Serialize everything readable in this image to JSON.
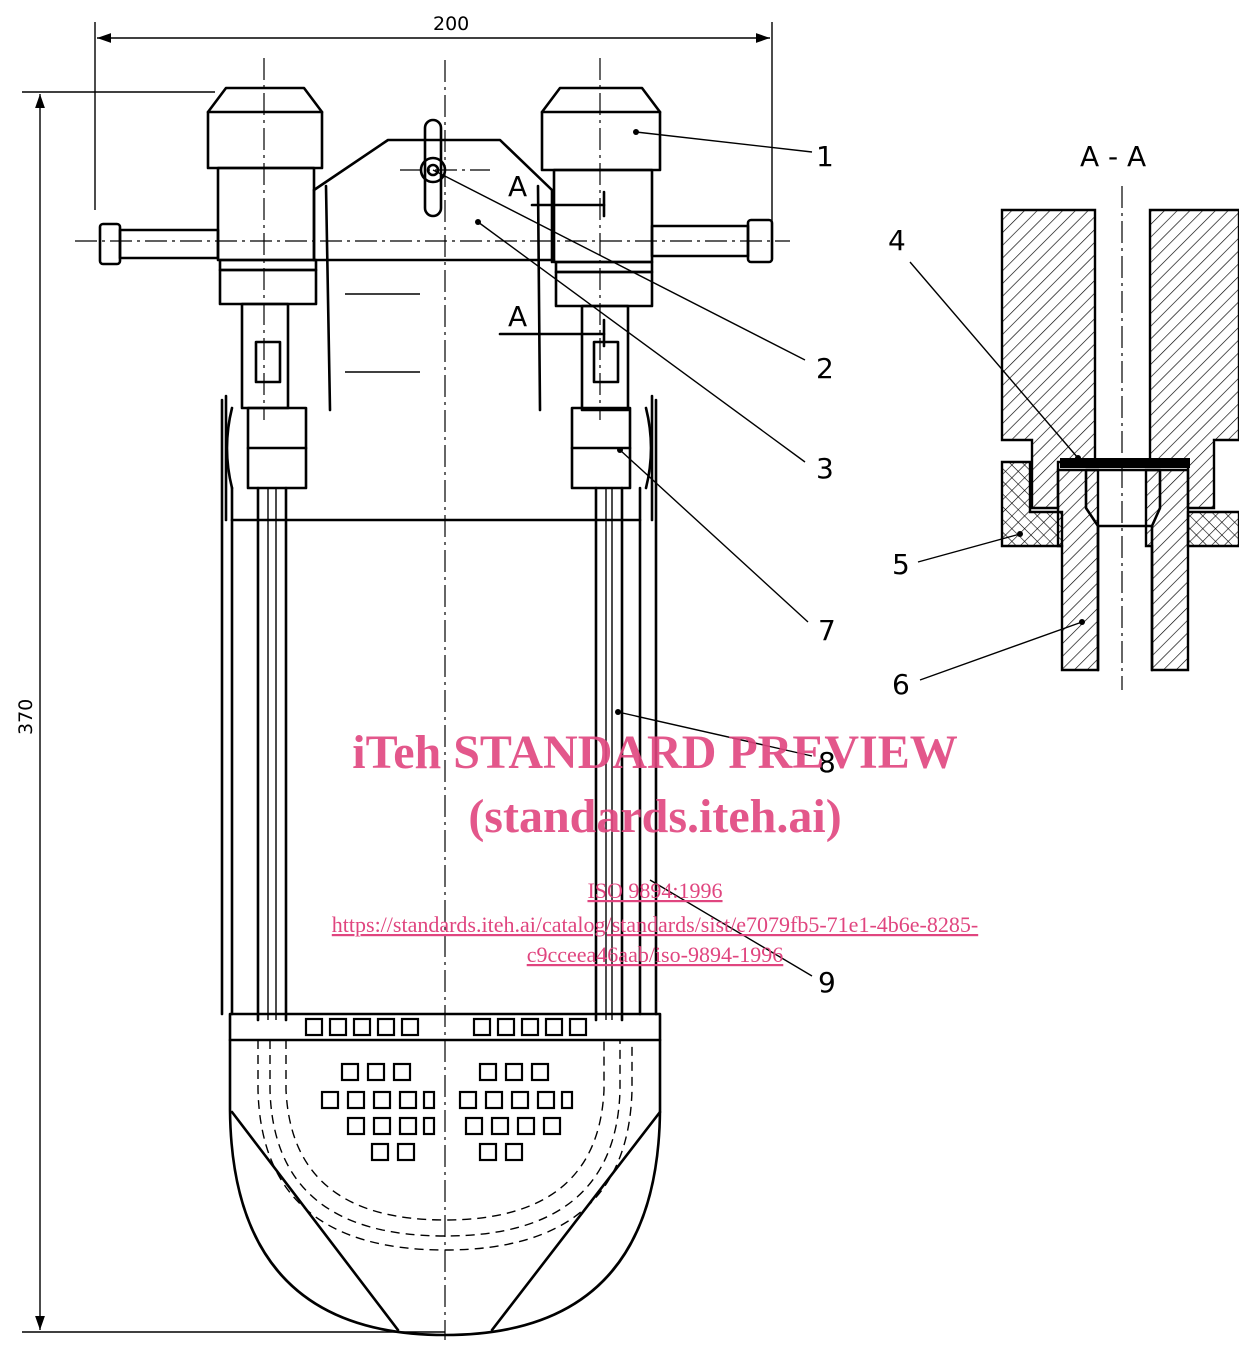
{
  "drawing": {
    "dimensions": {
      "width": "200",
      "height": "370"
    },
    "section_marker": "A",
    "section_title": "A - A",
    "callouts": [
      "1",
      "2",
      "3",
      "4",
      "5",
      "6",
      "7",
      "8",
      "9"
    ]
  },
  "watermark": {
    "title": "iTeh STANDARD PREVIEW",
    "subtitle": "(standards.iteh.ai)",
    "doc_ref": "ISO 9894:1996",
    "url_line1": "https://standards.iteh.ai/catalog/standards/sist/e7079fb5-71e1-4b6e-8285-",
    "url_line2": "c9cceea46aab/iso-9894-1996"
  },
  "colors": {
    "ink": "#000000",
    "watermark": "#e0457f"
  }
}
